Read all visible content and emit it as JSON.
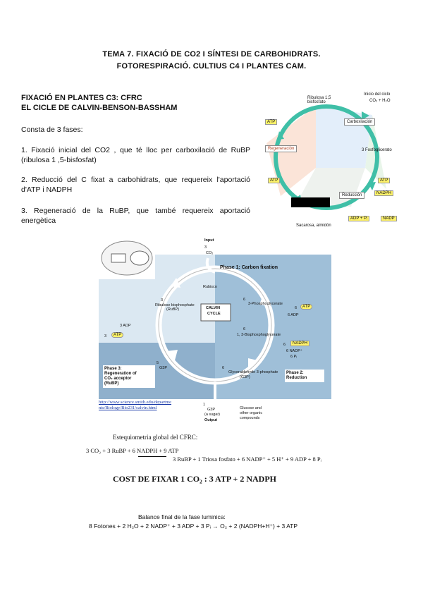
{
  "doc": {
    "title_line1": "TEMA 7. FIXACIÓ DE CO2 I SÍNTESI DE CARBOHIDRATS.",
    "title_line2": "FOTORESPIRACIÓ. CULTIUS C4 I PLANTES CAM.",
    "section_line1": "FIXACIÓ EN PLANTES C3: CFRC",
    "section_line2": "EL CICLE DE CALVIN-BENSON-BASSHAM",
    "intro": "Consta de 3 fases:",
    "item1": "1. Fixació inicial del CO2 , que té lloc per carboxilació de RuBP (ribulosa 1 ,5-bisfosfat)",
    "item2": "2. Reducció del C fixat a carbohidrats, que requereix l'aportació d'ATP i NADPH",
    "item3": "3. Regeneració de la RuBP, que també requereix aportació energètica"
  },
  "small_cycle": {
    "ribulosa": "Ribulosa 1,5 bisfosfato",
    "inicio": "Inicio del ciclo",
    "inicio_sub": "CO₂ + H₂O",
    "carboxilacion": "Carboxilación",
    "fosfoglicerato": "3 Fosfoglicerato",
    "regeneracion": "Regeneración",
    "reduccion": "Reducción",
    "atp": "ATP",
    "nadph": "NADPH",
    "adp_pi": "ADP + Pᵢ",
    "nadp": "NADP",
    "sacarosa": "Sacarosa, almidón"
  },
  "big_cycle": {
    "input": "Input",
    "input_n": "3",
    "input_co2": "CO₂",
    "phase1": "Phase 1: Carbon fixation",
    "rubisco": "Rubisco",
    "rubp_n": "3",
    "rubp_name": "Ribulose bisphosphate",
    "rubp_abbr": "(RuBP)",
    "pga_n": "6",
    "pga_name": "3-Phosphoglycerate",
    "atp6": "6",
    "atp_label": "ATP",
    "adp6": "6 ADP",
    "calvin": "CALVIN",
    "cycle": "CYCLE",
    "bpg_n": "6",
    "bpg_name": "1, 3-Bisphosphoglycerate",
    "nadph6": "6",
    "nadph_label": "NADPH",
    "nadp6": "6 NADP⁺",
    "pi6": "6 Pᵢ",
    "adp3": "3 ADP",
    "atp3": "3",
    "g3p_n": "6",
    "g3p_name": "Glyceraldehyde 3-phosphate",
    "g3p_abbr": "(G3P)",
    "g3p5_n": "5",
    "g3p5": "G3P",
    "phase3_1": "Phase 3:",
    "phase3_2": "Regeneration of",
    "phase3_3": "CO₂ acceptor",
    "phase3_4": "(RuBP)",
    "phase2_1": "Phase 2:",
    "phase2_2": "Reduction",
    "out_n": "1",
    "out_g3p": "G3P",
    "out_sugar": "(a sugar)",
    "output": "Output",
    "glucose1": "Glucose and",
    "glucose2": "other organic",
    "glucose3": "compounds",
    "link1": "http://www.science.smith.edu/departme",
    "link2": "nts/Biology/Bio231/calvin.html"
  },
  "equation": {
    "heading": "Estequiometria global del CFRC:",
    "line1": "3 CO₂ + 3 RuBP + 6 NADPH + 9 ATP",
    "line2": "3 RuBP + 1 Triosa fosfato + 6 NADP⁺ + 5 H⁺ + 9 ADP + 8 Pᵢ",
    "cost": "COST DE FIXAR 1 CO₂ : 3 ATP + 2 NADPH",
    "balance_heading": "Balance final de la fase luminica:",
    "balance": "8 Fotones + 2 H₂O + 2 NADP⁺ + 3 ADP + 3 Pᵢ → O₂ + 2 (NADPH+H⁺) + 3 ATP"
  }
}
